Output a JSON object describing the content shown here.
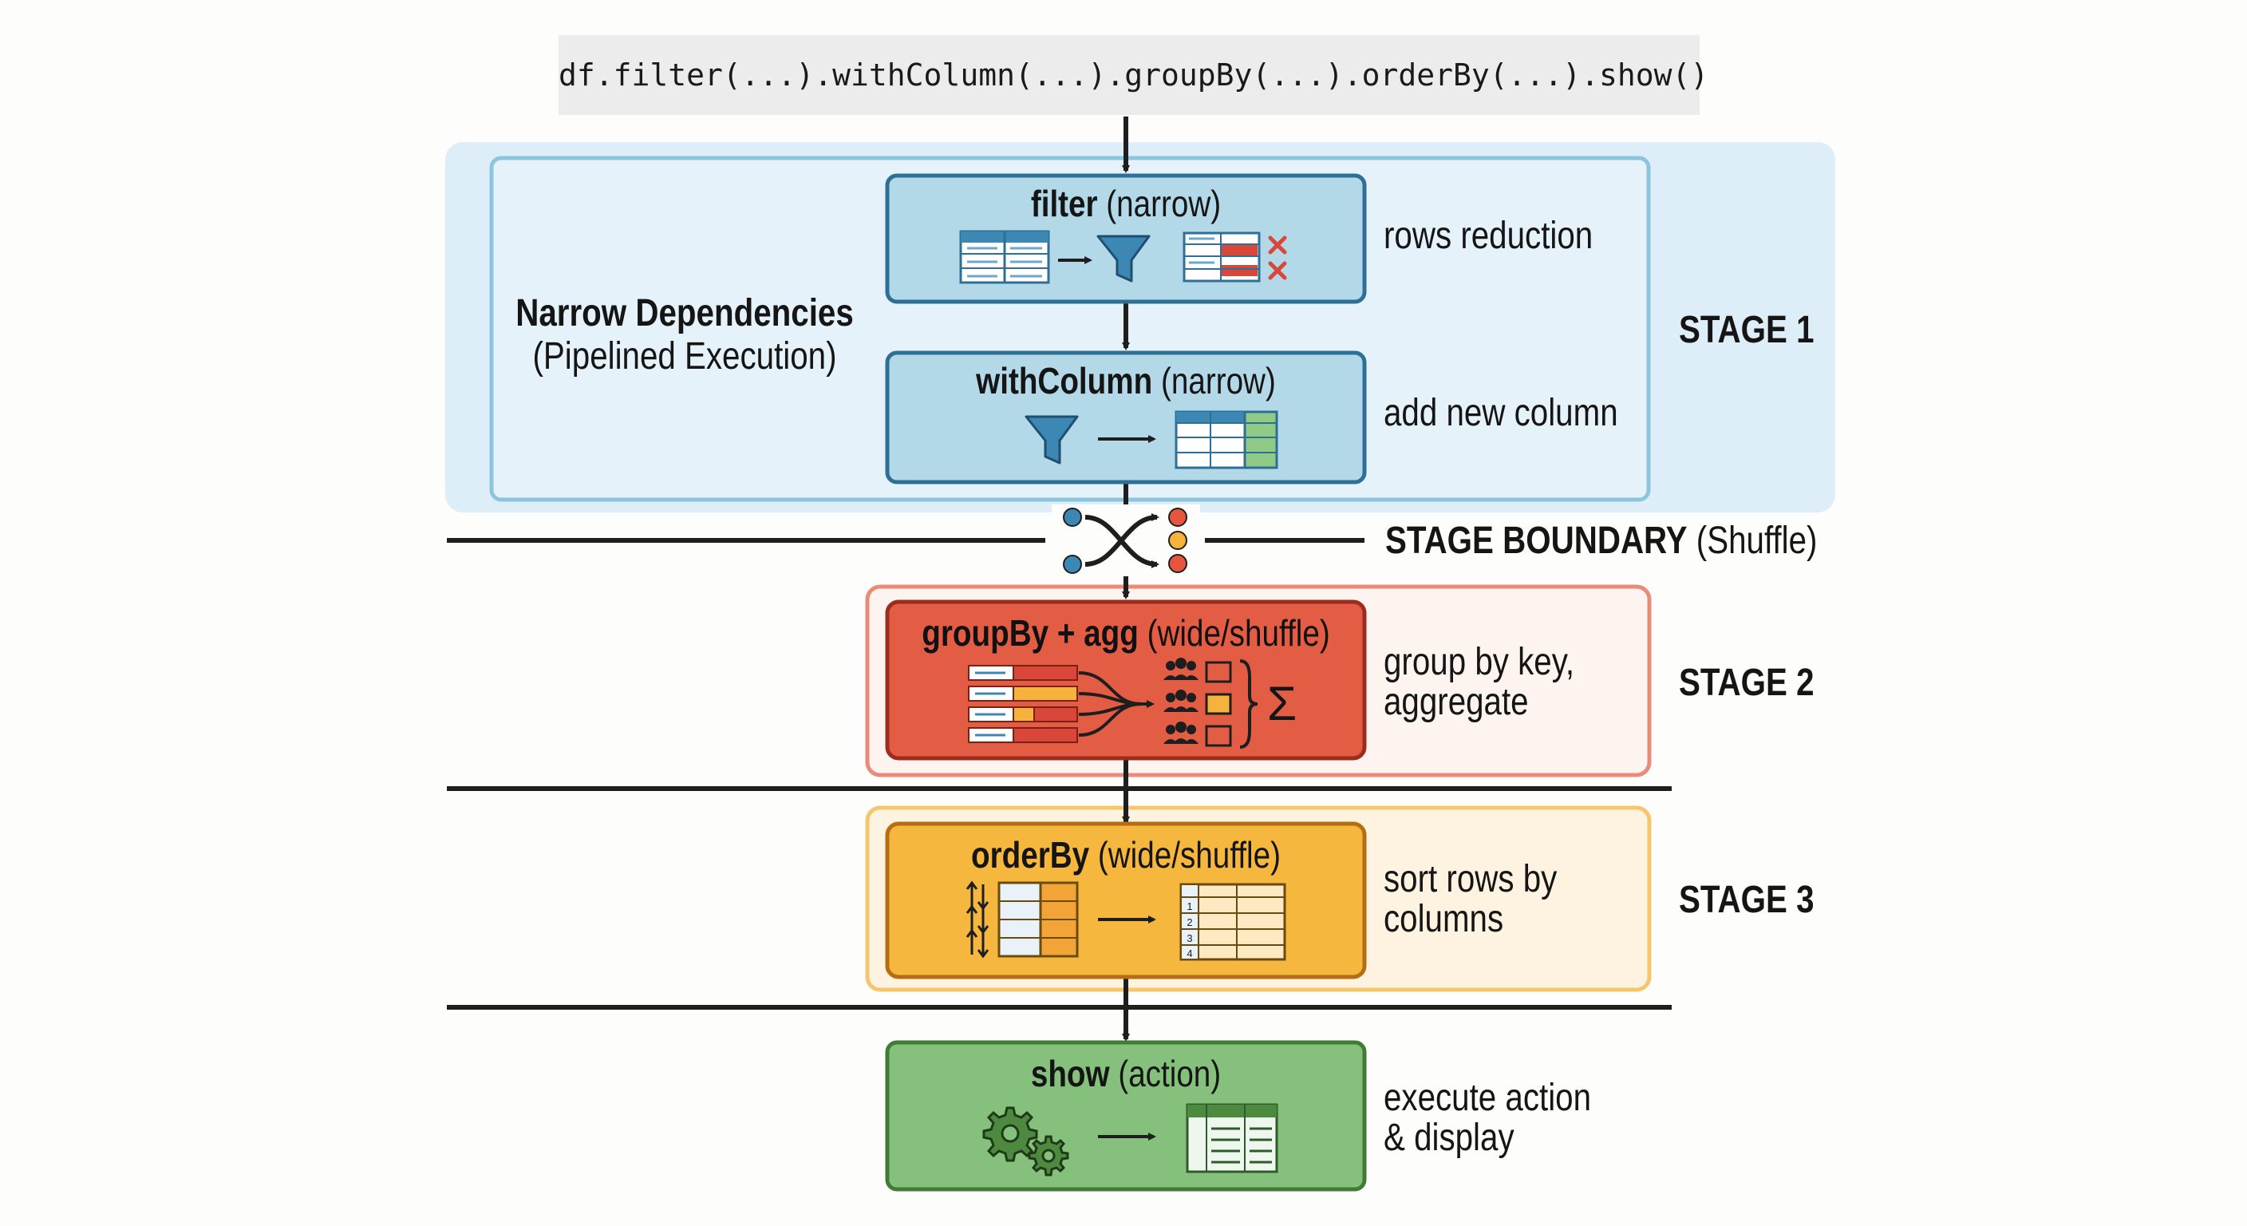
{
  "code_line": "df.filter(...).withColumn(...).groupBy(...).orderBy(...).show()",
  "stage1": {
    "label": "STAGE 1",
    "group_title": "Narrow Dependencies",
    "group_subtitle": "(Pipelined Execution)",
    "filter": {
      "op": "filter",
      "kind": "(narrow)",
      "note": "rows reduction"
    },
    "withcolumn": {
      "op": "withColumn",
      "kind": "(narrow)",
      "note": "add new column"
    }
  },
  "boundary": {
    "label": "STAGE BOUNDARY",
    "sub": "(Shuffle)"
  },
  "stage2": {
    "label": "STAGE 2",
    "op": "groupBy + agg",
    "kind": "(wide/shuffle)",
    "note_line1": "group by key,",
    "note_line2": "aggregate",
    "sigma": "Σ"
  },
  "stage3": {
    "label": "STAGE 3",
    "op": "orderBy",
    "kind": "(wide/shuffle)",
    "note_line1": "sort rows by",
    "note_line2": "columns",
    "ranks": [
      "1",
      "2",
      "3",
      "4"
    ]
  },
  "action": {
    "op": "show",
    "kind": "(action)",
    "note_line1": "execute action",
    "note_line2": "& display"
  },
  "icons": {
    "filter_in": "table-icon",
    "funnel": "funnel-icon",
    "removed": "x-mark-icon",
    "new_column": "table-new-column-icon",
    "group": "people-icon",
    "sort": "sort-arrows-icon",
    "gears": "gears-icon",
    "display": "output-table-icon",
    "shuffle": "shuffle-icon"
  },
  "colors": {
    "stage1_bg": "#deeef8",
    "box_blue": "#b3d8e8",
    "box_red": "#e35c44",
    "box_orange": "#f5b73d",
    "box_green": "#85c17c",
    "dark": "#1e1e1e"
  }
}
